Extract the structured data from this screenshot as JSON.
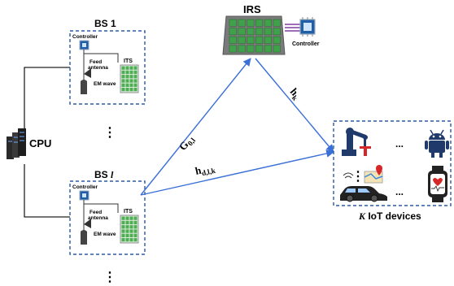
{
  "bs1": {
    "title": "BS 1",
    "controller": "Controller",
    "feed": "Feed",
    "antenna": "antenna",
    "its": "ITS",
    "em_wave": "EM wave"
  },
  "bsl": {
    "title_prefix": "BS ",
    "title_index": "l",
    "controller": "Controller",
    "feed": "Feed",
    "antenna": "antenna",
    "its": "ITS",
    "em_wave": "EM wave"
  },
  "cpu": {
    "label": "CPU"
  },
  "irs": {
    "title": "IRS",
    "controller": "Controller"
  },
  "channels": {
    "g_main": "G",
    "g_sub": "0,l",
    "hk_main": "h",
    "hk_sub": "k",
    "hd_main": "h",
    "hd_sub": "d,l,k"
  },
  "devices": {
    "k": "K",
    "label": " IoT devices",
    "ellipsis": "..."
  },
  "ellipsis": {
    "vertical": "⋮"
  },
  "colors": {
    "line_blue": "#3a6fd8",
    "dash_blue": "#2b5aa6",
    "irs_frame": "#6b6b6b",
    "irs_cell": "#3fa24a",
    "panel_green": "#4caf50",
    "chip": "#1f5fa8",
    "purple": "#7b3fa0",
    "robot": "#1f3a6b",
    "red": "#d62728"
  }
}
